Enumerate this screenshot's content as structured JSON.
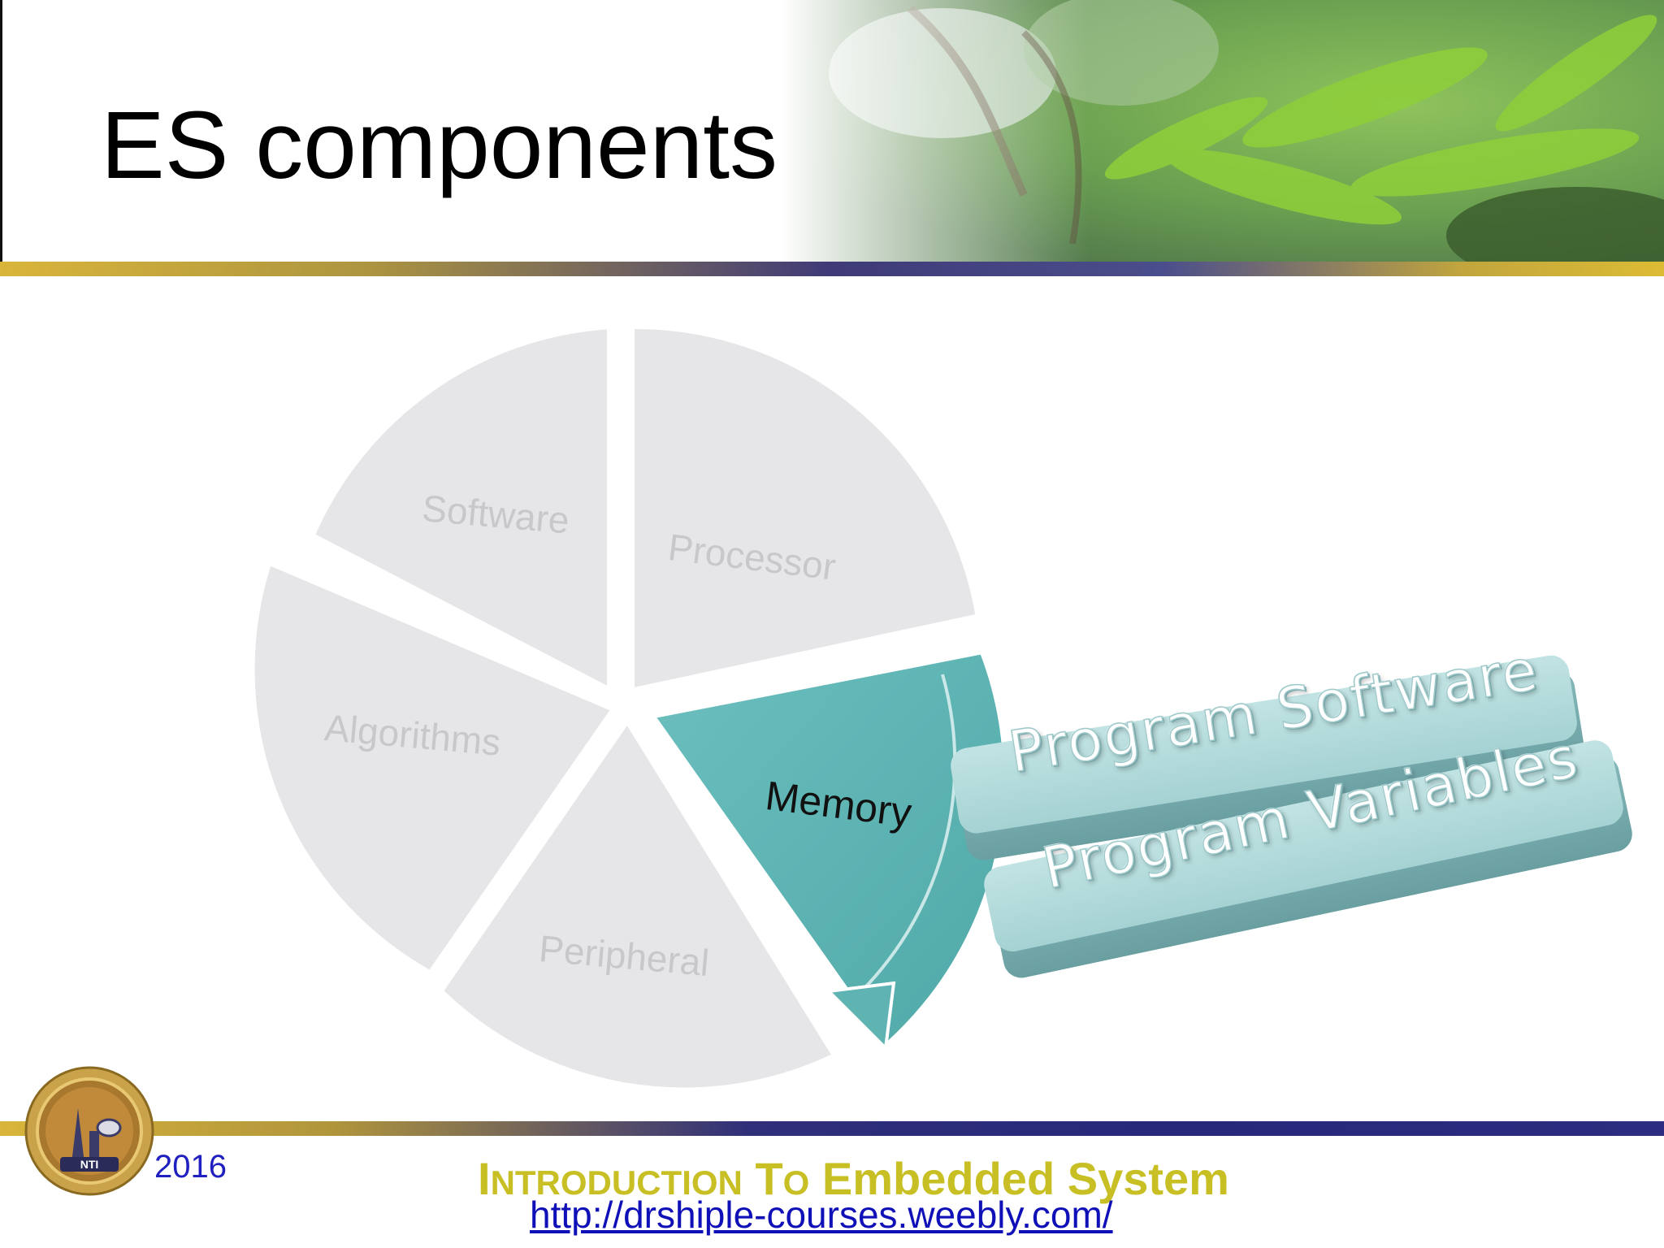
{
  "slide": {
    "title": "ES components",
    "year": "2016",
    "footer": {
      "intro_I": "I",
      "intro_rest": "NTRODUCTION",
      "to_T": "T",
      "to_rest": "O",
      "embedded": "Embedded System",
      "url": "http://drshiple-courses.weebly.com/"
    },
    "logo_text": "NTI"
  },
  "diagram": {
    "segments": [
      {
        "label": "Software",
        "active": false
      },
      {
        "label": "Processor",
        "active": false
      },
      {
        "label": "Memory",
        "active": true
      },
      {
        "label": "Peripheral",
        "active": false
      },
      {
        "label": "Algorithms",
        "active": false
      }
    ],
    "details": [
      {
        "label": "Program Software"
      },
      {
        "label": "Program Variables"
      }
    ],
    "colors": {
      "inactive": "#e6e5e8",
      "active": "#5fb4b3",
      "detail_bar": "#9fcfd0",
      "header_bar_gold": "#d9b53a",
      "header_bar_navy": "#2f2f7a",
      "footer_title": "#c7bf23",
      "footer_url": "#1010b8"
    }
  }
}
